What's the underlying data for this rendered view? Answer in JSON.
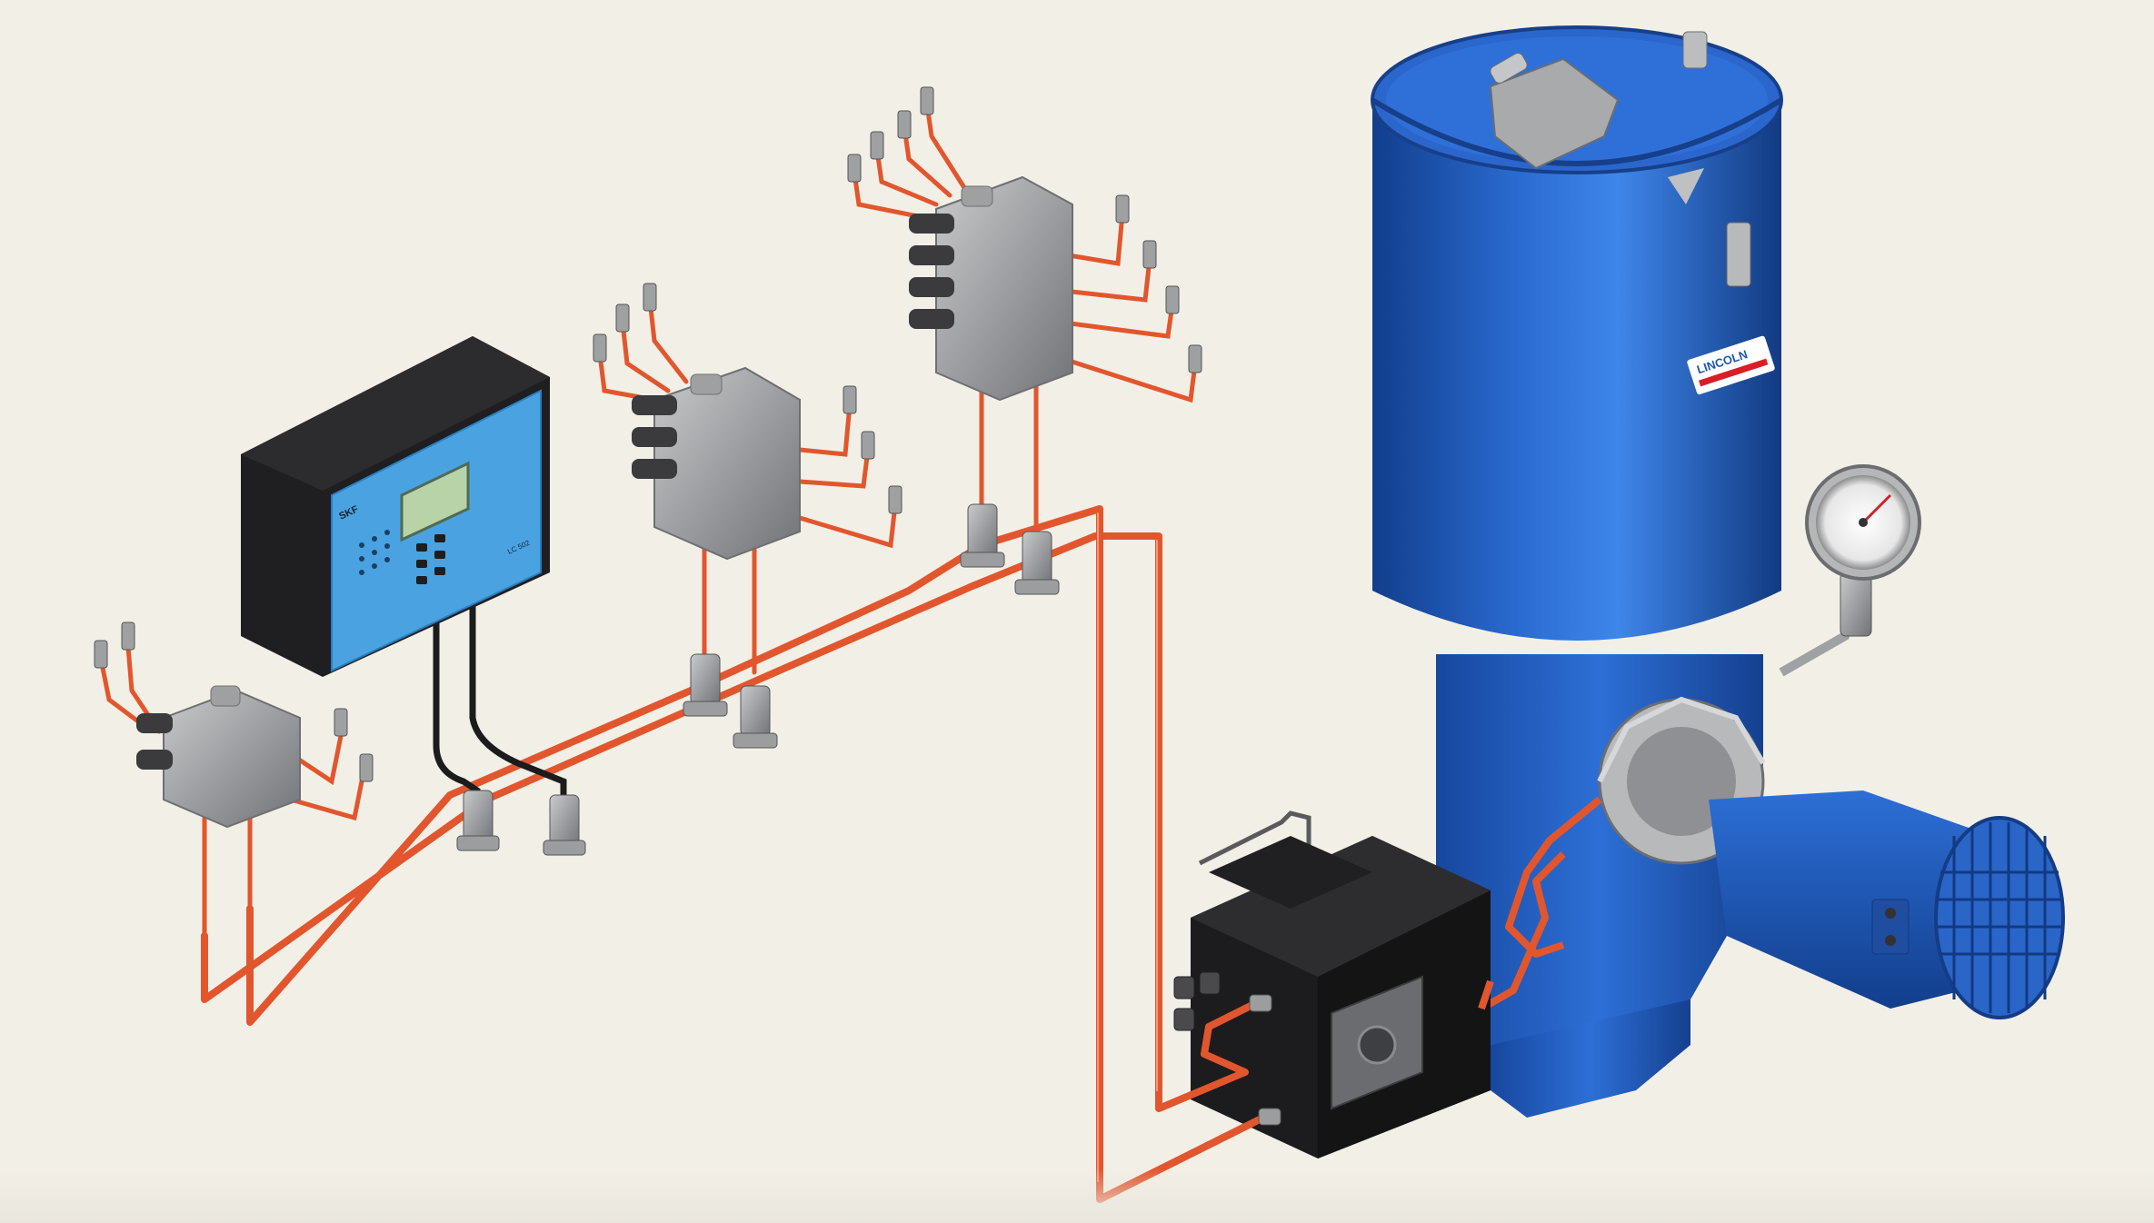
{
  "controller": {
    "brand_text": "SKF",
    "model_text": "LC 502"
  },
  "pump": {
    "brand_text": "LINCOLN"
  },
  "colors": {
    "background": "#f2efe6",
    "line_tube": "#e2562e",
    "pump_blue": "#1e55b4",
    "controller_panel": "#4aa3e0",
    "valve_metal": "#a3a4a6",
    "reverser_black": "#1c1c1e",
    "brand_red": "#d81f26"
  },
  "icons": {
    "controller": "controller-icon",
    "pump": "pump-reservoir-icon",
    "gauge": "pressure-gauge-icon",
    "motor": "electric-motor-icon",
    "reverser": "reversing-valve-icon",
    "metering_valve": "metering-valve-icon"
  }
}
